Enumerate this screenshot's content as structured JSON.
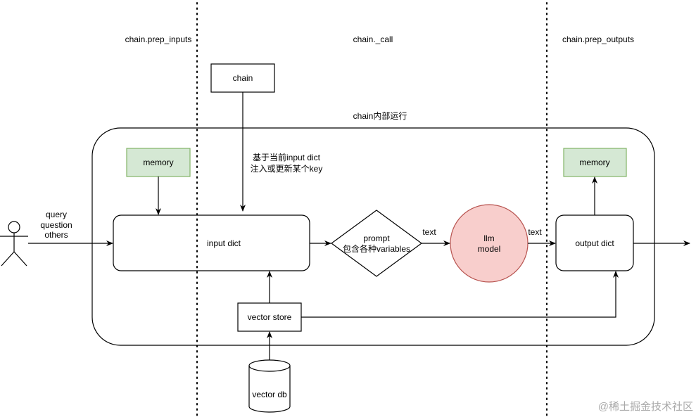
{
  "phases": {
    "prep_inputs": "chain.prep_inputs",
    "call": "chain._call",
    "prep_outputs": "chain.prep_outputs"
  },
  "container_label": "chain内部运行",
  "nodes": {
    "chain": "chain",
    "memory_in": "memory",
    "memory_out": "memory",
    "input_dict": "input dict",
    "prompt_line1": "prompt",
    "prompt_line2": "包含各种variables",
    "llm_line1": "llm",
    "llm_line2": "model",
    "output_dict": "output dict",
    "vector_store": "vector store",
    "vector_db": "vector db"
  },
  "edge_labels": {
    "inject_line1": "基于当前input dict",
    "inject_line2": "注入或更新某个key",
    "user_line1": "query",
    "user_line2": "question",
    "user_line3": "others",
    "prompt_to_llm": "text",
    "llm_to_output": "text"
  },
  "colors": {
    "memory_fill": "#d5e8d4",
    "memory_stroke": "#82b366",
    "llm_fill": "#f8cecc",
    "llm_stroke": "#b85450"
  },
  "watermark": "@稀土掘金技术社区"
}
